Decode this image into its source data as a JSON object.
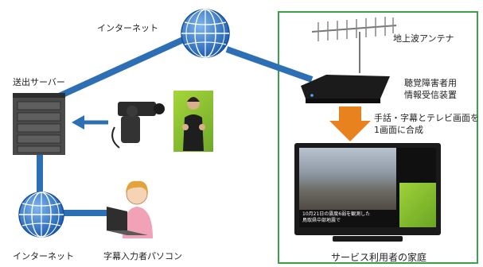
{
  "labels": {
    "internet_top": "インターネット",
    "server": "送出サーバー",
    "antenna": "地上波アンテナ",
    "receiver_line1": "聴覚障害者用",
    "receiver_line2": "情報受信装置",
    "compose_line1": "手話・字幕とテレビ画面を",
    "compose_line2": "1画面に合成",
    "internet_bottom": "インターネット",
    "caption_pc": "字幕入力者パソコン",
    "home": "サービス利用者の家庭"
  },
  "tv_caption": {
    "line1": "10月21日の震度6弱を観測した",
    "line2": "鳥取県中部地震で"
  },
  "colors": {
    "link_blue": "#2d6fb5",
    "home_border": "#3aa04a",
    "compose_arrow": "#e8821e",
    "globe": "#2f72c8"
  }
}
